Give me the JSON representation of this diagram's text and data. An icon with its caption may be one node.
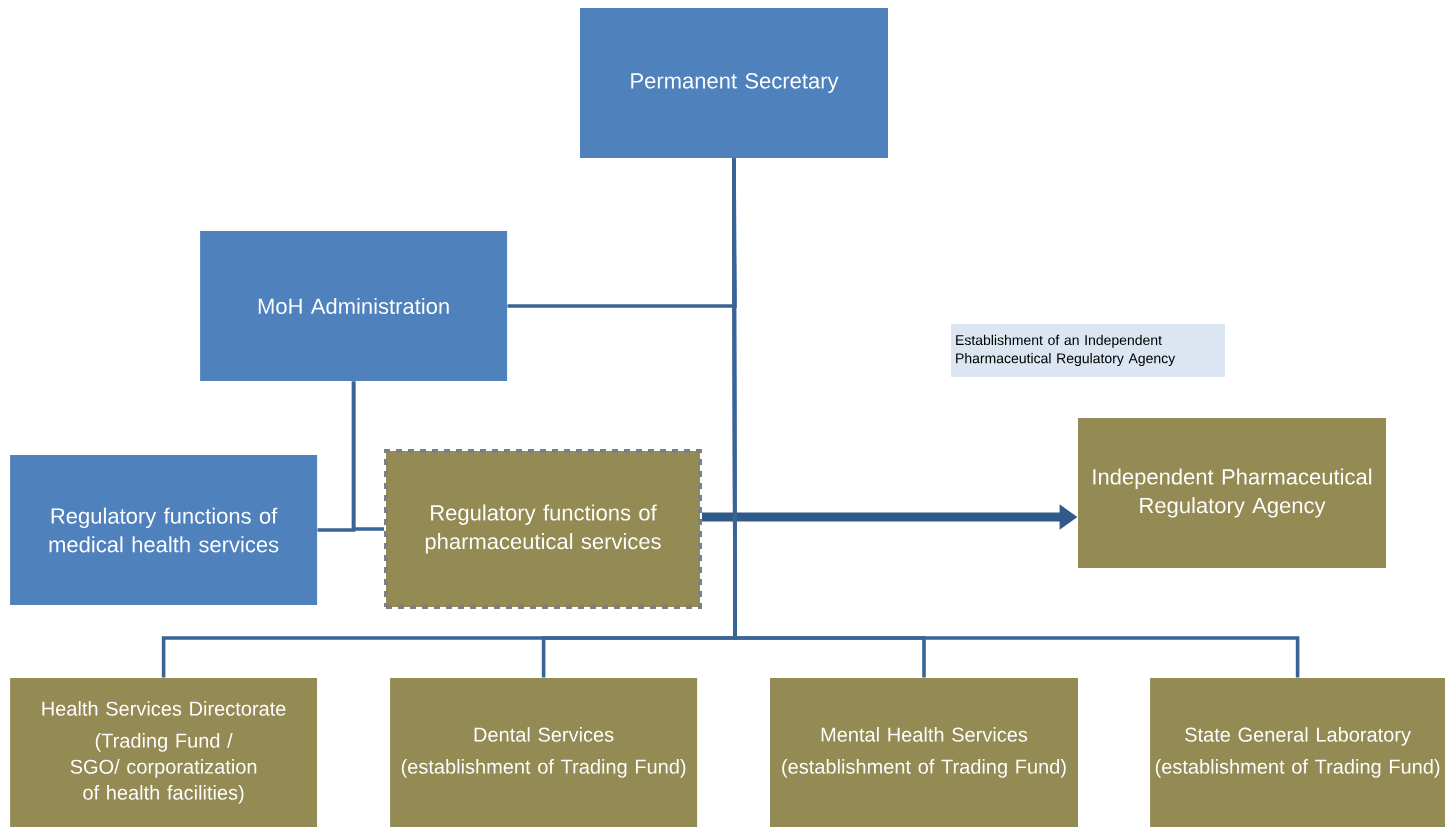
{
  "diagram": {
    "nodes": [
      {
        "text": [
          "Permanent Secretary"
        ]
      },
      {
        "text": [
          "MoH Administration"
        ]
      },
      {
        "text": [
          "Regulatory functions of medical health services"
        ]
      },
      {
        "text": [
          "Regulatory functions of pharmaceutical services"
        ]
      },
      {
        "text": [
          "Independent Pharmaceutical Regulatory Agency"
        ]
      },
      {
        "text": [
          "Establishment of an Independent Pharmaceutical Regulatory Agency"
        ]
      },
      {
        "text": [
          "Health Services Directorate",
          "(Trading Fund / SGO/ corporatization of health facilities)"
        ]
      },
      {
        "text": [
          "Dental Services",
          "(establishment of Trading Fund)"
        ]
      },
      {
        "text": [
          "Mental Health Services",
          "(establishment of Trading Fund)"
        ]
      },
      {
        "text": [
          "State General Laboratory",
          "(establishment of Trading Fund)"
        ]
      }
    ],
    "edges": [
      {
        "from": 0,
        "to": 1,
        "arrow": "none"
      },
      {
        "from": 1,
        "to": 2,
        "arrow": "none"
      },
      {
        "from": 1,
        "to": 3,
        "arrow": "none"
      },
      {
        "from": 3,
        "to": 4,
        "arrow": "to",
        "style": "thick",
        "color": "#2f5a8a"
      },
      {
        "from": 0,
        "to": 6,
        "arrow": "none"
      },
      {
        "from": 0,
        "to": 7,
        "arrow": "none"
      },
      {
        "from": 0,
        "to": 8,
        "arrow": "none"
      },
      {
        "from": 0,
        "to": 9,
        "arrow": "none"
      }
    ]
  }
}
